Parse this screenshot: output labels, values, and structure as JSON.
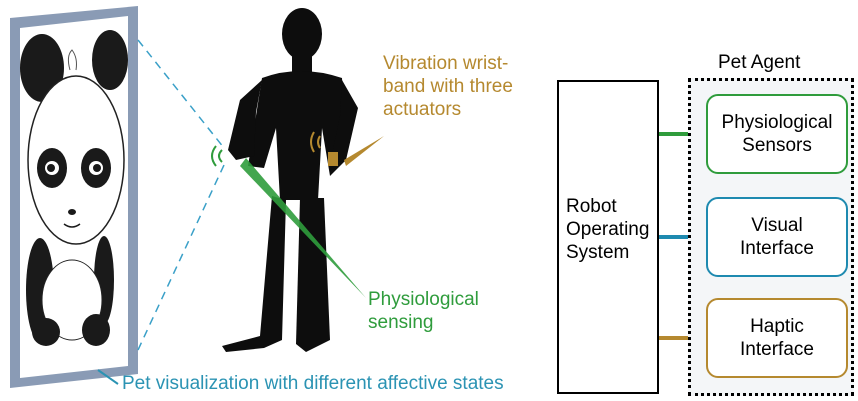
{
  "labels": {
    "vibration": [
      "Vibration wrist-",
      "band with three",
      "actuators"
    ],
    "sensing": [
      "Physiological",
      "sensing"
    ],
    "pet_visualization": "Pet visualization with different affective states"
  },
  "ros": {
    "lines": [
      "Robot",
      "Operating",
      "System"
    ]
  },
  "agent": {
    "title": "Pet Agent",
    "modules": [
      {
        "lines": [
          "Physiological",
          "Sensors"
        ]
      },
      {
        "lines": [
          "Visual",
          "Interface"
        ]
      },
      {
        "lines": [
          "Haptic",
          "Interface"
        ]
      }
    ]
  },
  "colors": {
    "sensing": "#2f9c3c",
    "visual": "#1e8ab0",
    "haptic": "#b5892f",
    "frame": "#8a9bb5",
    "silhouette": "#0d0d0d"
  }
}
